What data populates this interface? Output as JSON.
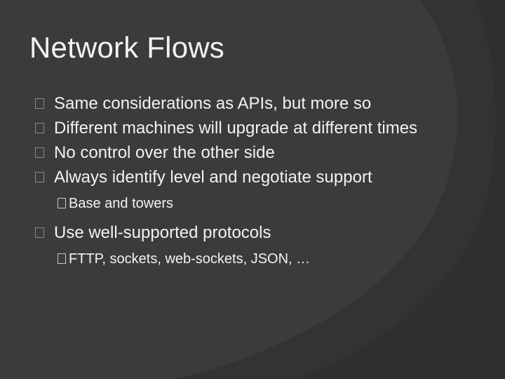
{
  "slide": {
    "title": "Network Flows",
    "bullets": [
      {
        "text": "Same considerations as APIs, but more so"
      },
      {
        "text": "Different machines will upgrade at different times"
      },
      {
        "text": "No control over the other side"
      },
      {
        "text": "Always identify level and negotiate support",
        "sub": "Base and towers"
      },
      {
        "text": "Use well-supported protocols",
        "sub": "FTTP, sockets, web-sockets, JSON, …"
      }
    ]
  },
  "colors": {
    "background": "#3b3b3b",
    "background_swoosh": "#323232",
    "text": "#f2f2f2"
  }
}
